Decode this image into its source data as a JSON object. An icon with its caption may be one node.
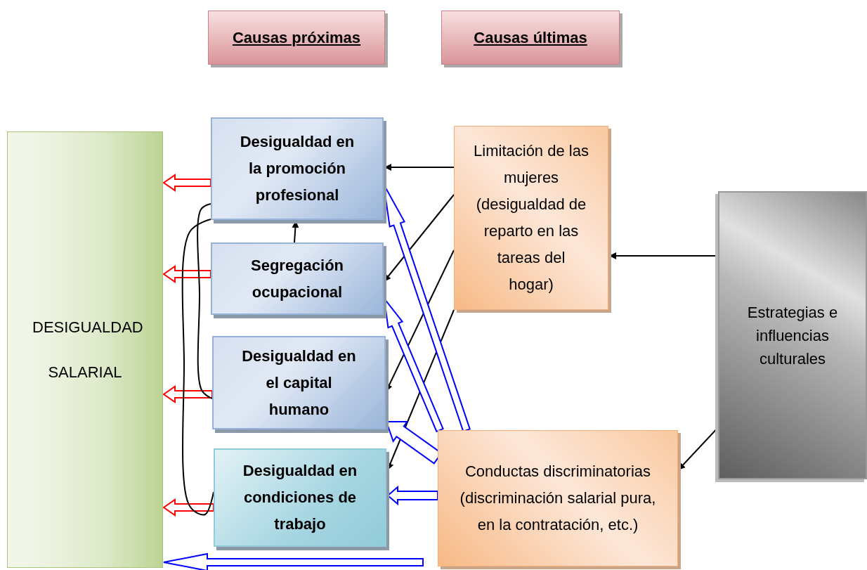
{
  "diagram": {
    "nodes": [
      {
        "text": [
          "Causas próximas"
        ]
      },
      {
        "text": [
          "Causas últimas"
        ]
      },
      {
        "text": [
          "DESIGUALDAD SALARIAL"
        ]
      },
      {
        "text": [
          "Desigualdad en la promoción profesional"
        ]
      },
      {
        "text": [
          "Segregación ocupacional"
        ]
      },
      {
        "text": [
          "Desigualdad en el capital humano"
        ]
      },
      {
        "text": [
          "Desigualdad en condiciones de trabajo"
        ]
      },
      {
        "text": [
          "Limitación de las mujeres (desigualdad de reparto en las tareas del hogar)"
        ]
      },
      {
        "text": [
          "Estrategias e influencias culturales"
        ]
      },
      {
        "text": [
          "Conductas discriminatorias (discriminación salarial pura, en la contratación, etc.)"
        ]
      }
    ],
    "edges": [
      {
        "from": 3,
        "to": 2,
        "arrow": "to",
        "style": "thick",
        "color": "#ff0000"
      },
      {
        "from": 4,
        "to": 2,
        "arrow": "to",
        "style": "thick",
        "color": "#ff0000"
      },
      {
        "from": 5,
        "to": 2,
        "arrow": "to",
        "style": "thick",
        "color": "#ff0000"
      },
      {
        "from": 6,
        "to": 2,
        "arrow": "to",
        "style": "thick",
        "color": "#ff0000"
      },
      {
        "from": 4,
        "to": 3,
        "arrow": "to"
      },
      {
        "from": 7,
        "to": 3,
        "arrow": "to"
      },
      {
        "from": 7,
        "to": 4,
        "arrow": "to"
      },
      {
        "from": 7,
        "to": 5,
        "arrow": "to"
      },
      {
        "from": 7,
        "to": 6,
        "arrow": "to"
      },
      {
        "from": 8,
        "to": 7,
        "arrow": "to"
      },
      {
        "from": 8,
        "to": 9,
        "arrow": "to"
      },
      {
        "from": 9,
        "to": 3,
        "arrow": "to",
        "style": "thick",
        "color": "#0000ff"
      },
      {
        "from": 9,
        "to": 4,
        "arrow": "to",
        "style": "thick",
        "color": "#0000ff"
      },
      {
        "from": 9,
        "to": 5,
        "arrow": "to",
        "style": "thick",
        "color": "#0000ff"
      },
      {
        "from": 9,
        "to": 6,
        "arrow": "to",
        "style": "thick",
        "color": "#0000ff"
      },
      {
        "from": 9,
        "to": 2,
        "arrow": "to",
        "style": "thick",
        "color": "#0000ff"
      },
      {
        "from": 3,
        "to": 5,
        "arrow": "none"
      },
      {
        "from": 3,
        "to": 6,
        "arrow": "none"
      }
    ]
  }
}
